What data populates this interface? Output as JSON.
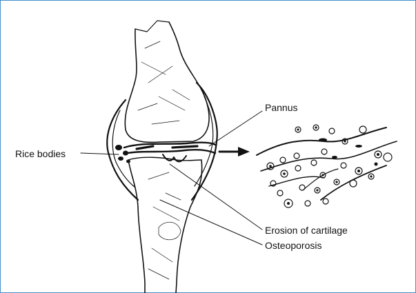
{
  "colors": {
    "frame_border": "#3f8fcf",
    "ink": "#111111"
  },
  "labels": {
    "pannus": "Pannus",
    "rice_bodies": "Rice bodies",
    "erosion": "Erosion of cartilage",
    "osteoporosis": "Osteoporosis"
  }
}
